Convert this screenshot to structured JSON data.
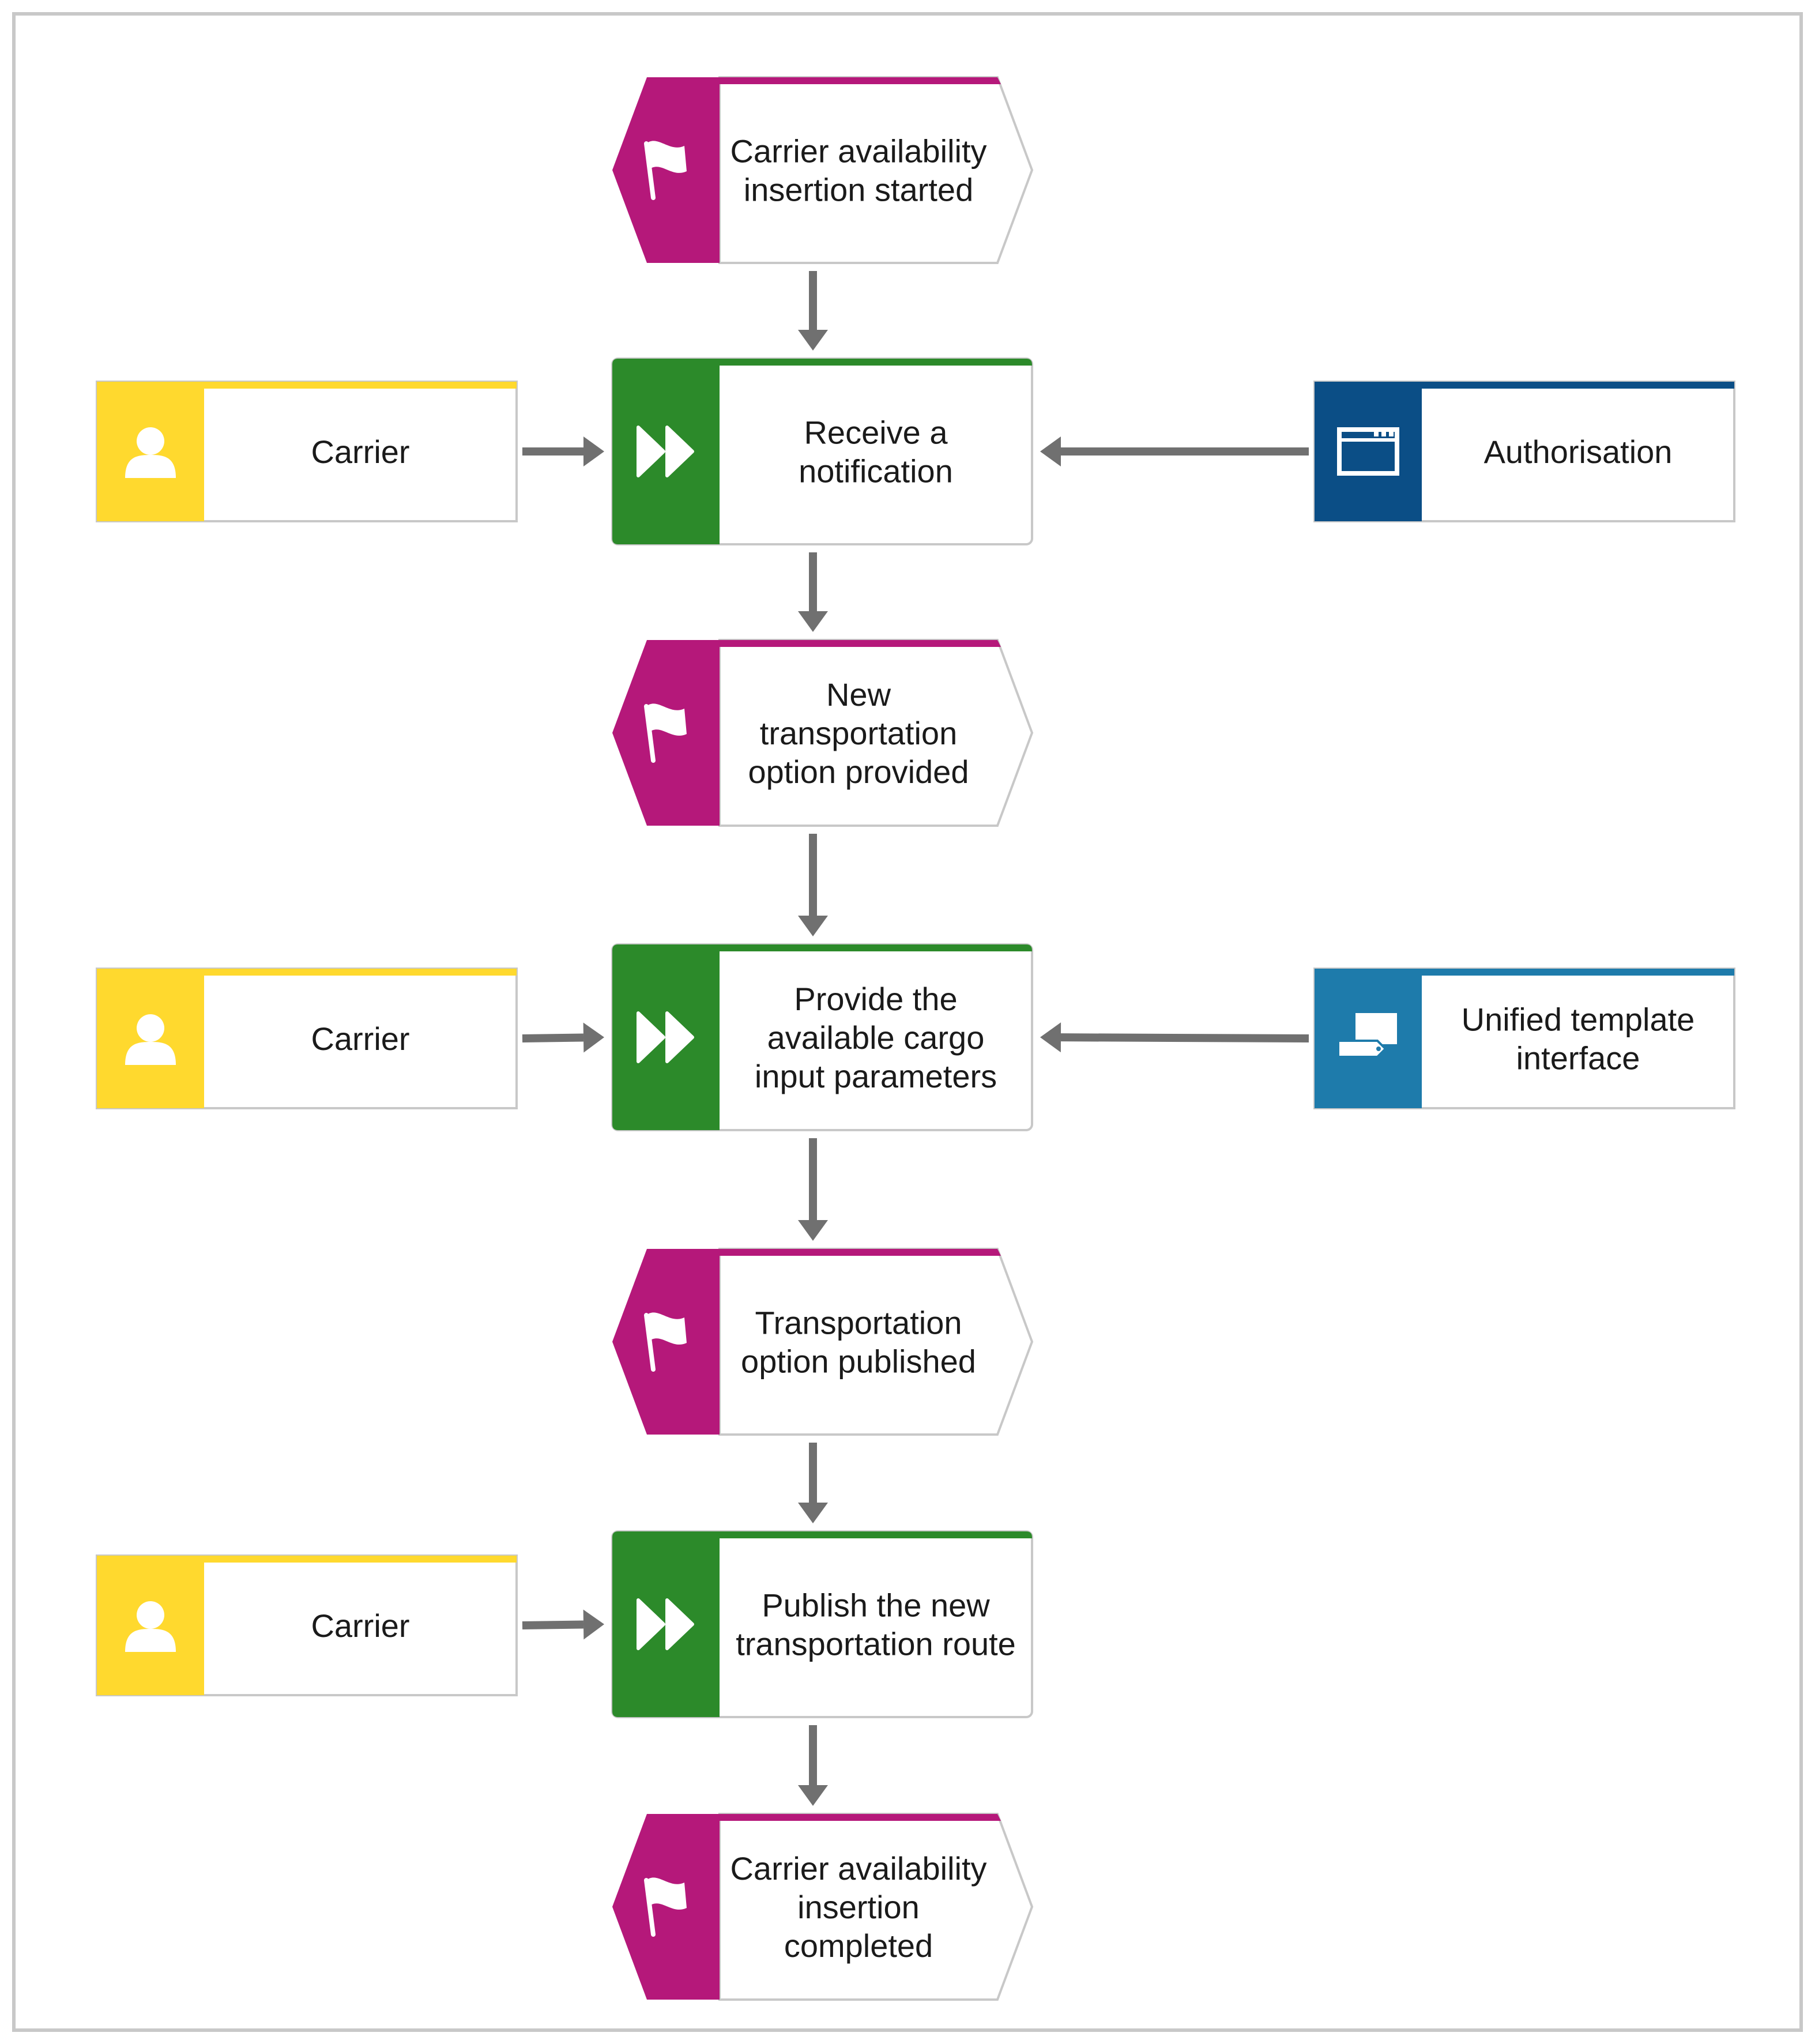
{
  "colors": {
    "event": "#B5187A",
    "function": "#2C8A2A",
    "role": "#FFD92E",
    "system_authorisation": "#0B4E86",
    "system_interface": "#1E7BAB",
    "connector": "#707070",
    "border": "#C8C8C8",
    "frame": "#C8C8C8"
  },
  "nodes": [
    {
      "key": "event-start",
      "type": "event",
      "icon": "flag-icon",
      "lines": [
        "Carrier availability",
        "insertion started"
      ]
    },
    {
      "key": "function-receive-notification",
      "type": "function",
      "icon": "fast-forward-icon",
      "lines": [
        "Receive a",
        "notification"
      ]
    },
    {
      "key": "role-carrier-1",
      "type": "role",
      "icon": "person-icon",
      "lines": [
        "Carrier"
      ]
    },
    {
      "key": "system-authorisation",
      "type": "system_authorisation",
      "icon": "application-window-icon",
      "lines": [
        "Authorisation"
      ]
    },
    {
      "key": "event-option-provided",
      "type": "event",
      "icon": "flag-icon",
      "lines": [
        "New",
        "transportation",
        "option provided"
      ]
    },
    {
      "key": "function-provide-parameters",
      "type": "function",
      "icon": "fast-forward-icon",
      "lines": [
        "Provide the",
        "available cargo",
        "input parameters"
      ]
    },
    {
      "key": "role-carrier-2",
      "type": "role",
      "icon": "person-icon",
      "lines": [
        "Carrier"
      ]
    },
    {
      "key": "system-unified-template",
      "type": "system_interface",
      "icon": "screen-tag-icon",
      "lines": [
        "Unified template",
        "interface"
      ]
    },
    {
      "key": "event-option-published",
      "type": "event",
      "icon": "flag-icon",
      "lines": [
        "Transportation",
        "option published"
      ]
    },
    {
      "key": "function-publish-route",
      "type": "function",
      "icon": "fast-forward-icon",
      "lines": [
        "Publish the new",
        "transportation route"
      ]
    },
    {
      "key": "role-carrier-3",
      "type": "role",
      "icon": "person-icon",
      "lines": [
        "Carrier"
      ]
    },
    {
      "key": "event-completed",
      "type": "event",
      "icon": "flag-icon",
      "lines": [
        "Carrier availability",
        "insertion",
        "completed"
      ]
    }
  ],
  "connections": [
    [
      "event-start",
      "function-receive-notification"
    ],
    [
      "role-carrier-1",
      "function-receive-notification"
    ],
    [
      "system-authorisation",
      "function-receive-notification"
    ],
    [
      "function-receive-notification",
      "event-option-provided"
    ],
    [
      "event-option-provided",
      "function-provide-parameters"
    ],
    [
      "role-carrier-2",
      "function-provide-parameters"
    ],
    [
      "system-unified-template",
      "function-provide-parameters"
    ],
    [
      "function-provide-parameters",
      "event-option-published"
    ],
    [
      "event-option-published",
      "function-publish-route"
    ],
    [
      "role-carrier-3",
      "function-publish-route"
    ],
    [
      "function-publish-route",
      "event-completed"
    ]
  ]
}
